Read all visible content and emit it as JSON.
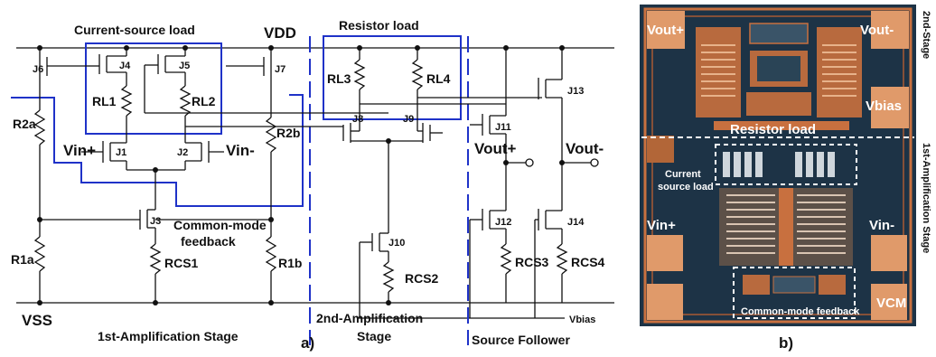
{
  "schematic": {
    "boxes": {
      "current_source_load": "Current-source load",
      "resistor_load": "Resistor load"
    },
    "rails": {
      "vdd": "VDD",
      "vss": "VSS",
      "vbias": "Vbias"
    },
    "ports": {
      "vin_pos": "Vin+",
      "vin_neg": "Vin-",
      "vout_pos": "Vout+",
      "vout_neg": "Vout-"
    },
    "transistors": [
      "J1",
      "J2",
      "J3",
      "J4",
      "J5",
      "J6",
      "J7",
      "J8",
      "J9",
      "J10",
      "J11",
      "J12",
      "J13",
      "J14"
    ],
    "resistors": [
      "RL1",
      "RL2",
      "RL3",
      "RL4",
      "R2a",
      "R2b",
      "R1a",
      "R1b",
      "RCS1",
      "RCS2",
      "RCS3",
      "RCS4"
    ],
    "cmfb_label_line1": "Common-mode",
    "cmfb_label_line2": "feedback",
    "stages": {
      "stage1": "1st-Amplification Stage",
      "stage2_line1": "2nd-Amplification",
      "stage2_line2": "Stage",
      "stage3": "Source Follower"
    },
    "caption": "a)"
  },
  "chip": {
    "labels": {
      "vout_pos": "Vout+",
      "vout_neg": "Vout-",
      "vbias": "Vbias",
      "resistor_load": "Resistor load",
      "current_source_load_1": "Current",
      "current_source_load_2": "source load",
      "vin_pos": "Vin+",
      "vin_neg": "Vin-",
      "vcm": "VCM",
      "cmfb": "Common-mode feedback"
    },
    "side_label_top": "2nd-Stage",
    "side_label_bottom": "1st-Amplification Stage",
    "caption": "b)",
    "colors": {
      "substrate": "#1d3346",
      "metal": "#c8703f",
      "pad": "#e09a6a"
    }
  }
}
